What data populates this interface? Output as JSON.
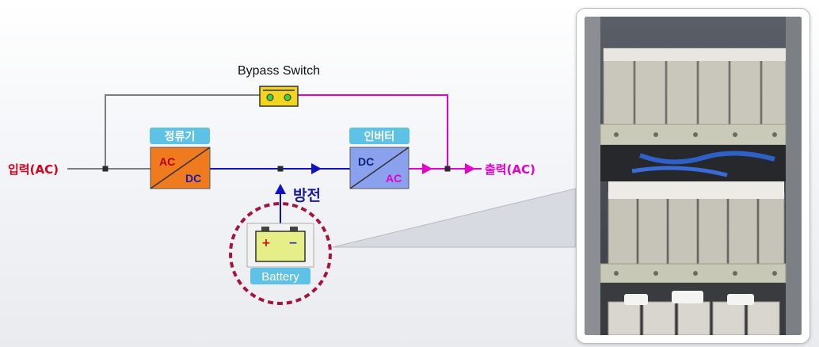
{
  "diagram": {
    "input_label": "입력(AC)",
    "output_label": "출력(AC)",
    "bypass_label": "Bypass Switch",
    "rectifier": {
      "tag": "정류기",
      "top": "AC",
      "bottom": "DC"
    },
    "inverter": {
      "tag": "인버터",
      "top": "DC",
      "bottom": "AC"
    },
    "discharge_label": "방전",
    "battery": {
      "label": "Battery",
      "plus": "+",
      "minus": "−"
    }
  },
  "colors": {
    "input_red": "#d9001b",
    "output_magenta": "#e600c8",
    "line_blue": "#1010c8",
    "rectifier_orange": "#f07a1e",
    "inverter_blue": "#8aa2ee",
    "tag_cyan": "#5ec2e6",
    "switch_yellow": "#f3d51e",
    "battery_yellow": "#e6ef87",
    "circle_crimson": "#a3153c"
  },
  "photo": {
    "subject": "battery rack photo"
  }
}
